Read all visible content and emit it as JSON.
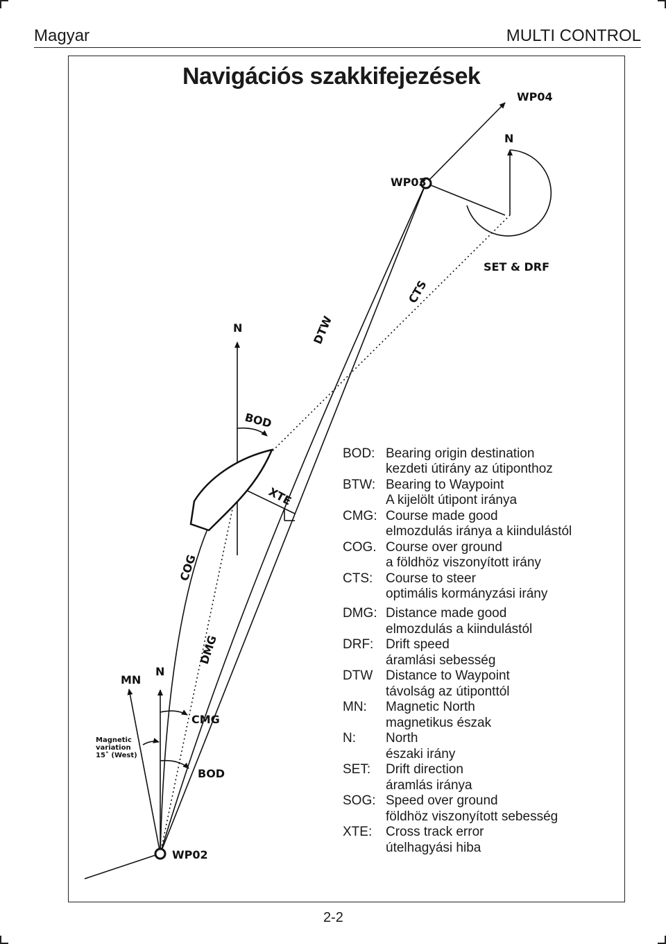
{
  "header": {
    "language": "Magyar",
    "product": "MULTI CONTROL"
  },
  "page_title": "Navigációs szakkifejezések",
  "page_number": "2-2",
  "diagram_labels": {
    "wp02": "WP02",
    "wp03": "WP03",
    "wp04": "WP04",
    "n_top": "N",
    "n_mid": "N",
    "n_bottom": "N",
    "mn": "MN",
    "set_drf": "SET & DRF",
    "cts": "CTS",
    "dtw": "DTW",
    "bod_top": "BOD",
    "xte": "XTE",
    "cog": "COG",
    "dmg": "DMG",
    "cmg": "CMG",
    "bod_bottom": "BOD",
    "mag_var_1": "Magnetic",
    "mag_var_2": "variation",
    "mag_var_3": "15˚ (West)"
  },
  "glossary": [
    {
      "abbr": "BOD:",
      "term": "Bearing origin destination",
      "desc": "kezdeti útirány az útiponthoz"
    },
    {
      "abbr": "BTW:",
      "term": "Bearing to Waypoint",
      "desc": "A kijelölt útipont iránya"
    },
    {
      "abbr": "CMG:",
      "term": "Course made good",
      "desc": "elmozdulás iránya a kiindulástól"
    },
    {
      "abbr": "COG.",
      "term": "Course over ground",
      "desc": "a földhöz viszonyított irány"
    },
    {
      "abbr": "CTS:",
      "term": "Course to steer",
      "desc": "optimális kormányzási irány"
    },
    {
      "abbr": "DMG:",
      "term": "Distance made good",
      "desc": "elmozdulás a kiindulástól"
    },
    {
      "abbr": "DRF:",
      "term": "Drift speed",
      "desc": "áramlási sebesség"
    },
    {
      "abbr": "DTW",
      "term": "Distance to Waypoint",
      "desc": "távolság az útiponttól"
    },
    {
      "abbr": "MN:",
      "term": "Magnetic North",
      "desc": "magnetikus észak"
    },
    {
      "abbr": "N:",
      "term": "North",
      "desc": "északi irány"
    },
    {
      "abbr": "SET:",
      "term": "Drift direction",
      "desc": "áramlás iránya"
    },
    {
      "abbr": "SOG:",
      "term": "Speed over ground",
      "desc": "földhöz viszonyított sebesség"
    },
    {
      "abbr": "XTE:",
      "term": "Cross track error",
      "desc": "útelhagyási hiba"
    }
  ]
}
